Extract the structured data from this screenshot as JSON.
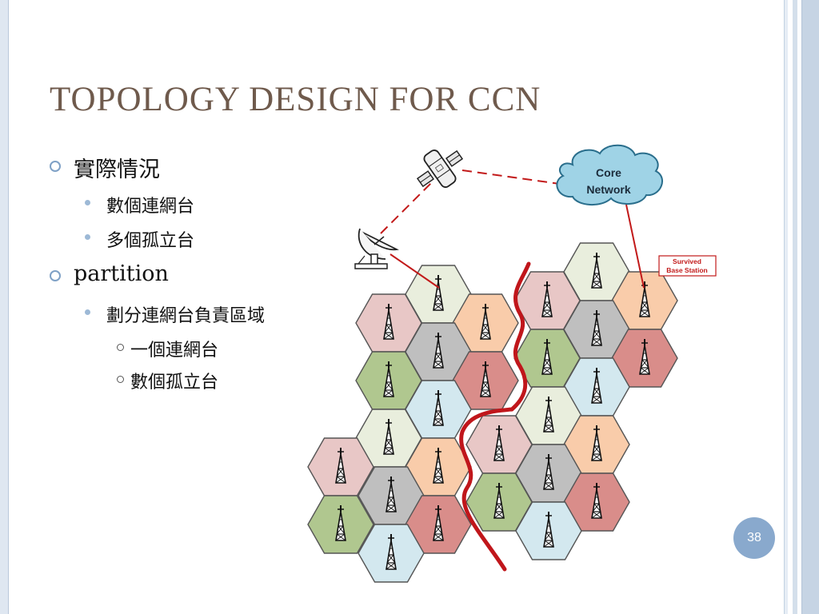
{
  "slide": {
    "title": "TOPOLOGY DESIGN FOR CCN",
    "page_number": "38"
  },
  "bullets": [
    {
      "text": "實際情況",
      "children": [
        {
          "text": "數個連網台"
        },
        {
          "text": "多個孤立台"
        }
      ]
    },
    {
      "text": "partition",
      "children": [
        {
          "text": "劃分連網台負責區域",
          "children": [
            {
              "text": "一個連網台"
            },
            {
              "text": "數個孤立台"
            }
          ]
        }
      ]
    }
  ],
  "diagram": {
    "cloud_label_line1": "Core",
    "cloud_label_line2": "Network",
    "survived_label_line1": "Survived",
    "survived_label_line2": "Base Station",
    "colors": {
      "cream": "#e9eedd",
      "pink": "#e8c7c6",
      "gray": "#bfbfbf",
      "orange": "#f9ccaa",
      "green": "#b0c78f",
      "darkpink": "#d98d8a",
      "lightblue": "#d3e8ef",
      "partition_line": "#c0161b",
      "link_red": "#c21a1a",
      "cloud": "#9fd3e6"
    }
  }
}
